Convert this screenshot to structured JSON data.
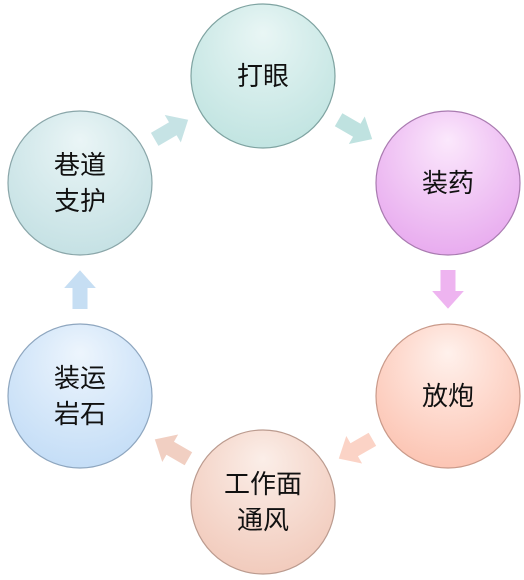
{
  "diagram": {
    "type": "cycle",
    "nodes": [
      {
        "id": "drill",
        "lines": [
          "打眼"
        ],
        "fill_light": "#e9f6f5",
        "fill_dark": "#bfe3e0",
        "stroke": "#7fa3a1"
      },
      {
        "id": "charge",
        "lines": [
          "装药"
        ],
        "fill_light": "#fbe8fc",
        "fill_dark": "#e7a8ee",
        "stroke": "#a97bb0"
      },
      {
        "id": "blast",
        "lines": [
          "放炮"
        ],
        "fill_light": "#fff1ec",
        "fill_dark": "#fcc2b0",
        "stroke": "#c99a8a"
      },
      {
        "id": "ventilate",
        "lines": [
          "工作面",
          "通风"
        ],
        "fill_light": "#fbeee8",
        "fill_dark": "#f1c9ba",
        "stroke": "#bb9b8f"
      },
      {
        "id": "muck",
        "lines": [
          "装运",
          "岩石"
        ],
        "fill_light": "#edf5fd",
        "fill_dark": "#c2dcf6",
        "stroke": "#8ea6bf"
      },
      {
        "id": "support",
        "lines": [
          "巷道",
          "支护"
        ],
        "fill_light": "#eaf5f6",
        "fill_dark": "#c3e0e3",
        "stroke": "#8aa6a9"
      }
    ],
    "arrows": [
      {
        "from": "drill",
        "to": "charge",
        "color": "#bfe2e0"
      },
      {
        "from": "charge",
        "to": "blast",
        "color": "#eeb4f0"
      },
      {
        "from": "blast",
        "to": "ventilate",
        "color": "#fbd3c6"
      },
      {
        "from": "ventilate",
        "to": "muck",
        "color": "#f1cfc2"
      },
      {
        "from": "muck",
        "to": "support",
        "color": "#c6def3"
      },
      {
        "from": "support",
        "to": "drill",
        "color": "#c6e3e5"
      }
    ]
  }
}
